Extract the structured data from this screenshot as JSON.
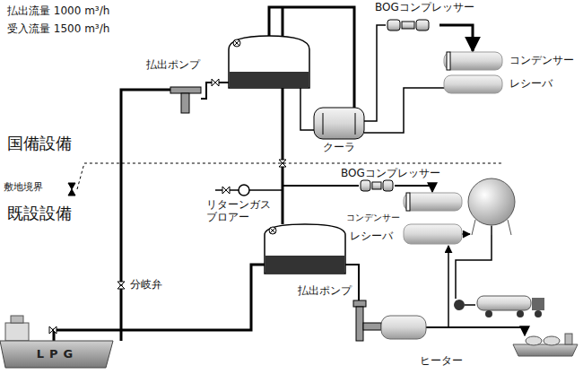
{
  "diagram": {
    "nodes": [
      {
        "text": [
          "LPG"
        ]
      }
    ],
    "labels": [
      "払出流量 1000 m³/h",
      "受入流量 1500 m³/h",
      "BOGコンプレッサー",
      "コンデンサー",
      "レシーバ",
      "クーラ",
      "払出ポンプ",
      "国備設備",
      "敷地境界",
      "既設設備",
      "BOGコンプレッサー",
      "リターンガス ブロアー",
      "コンデンサー",
      "レシーバ",
      "分岐弁",
      "払出ポンプ",
      "ヒーター"
    ]
  }
}
